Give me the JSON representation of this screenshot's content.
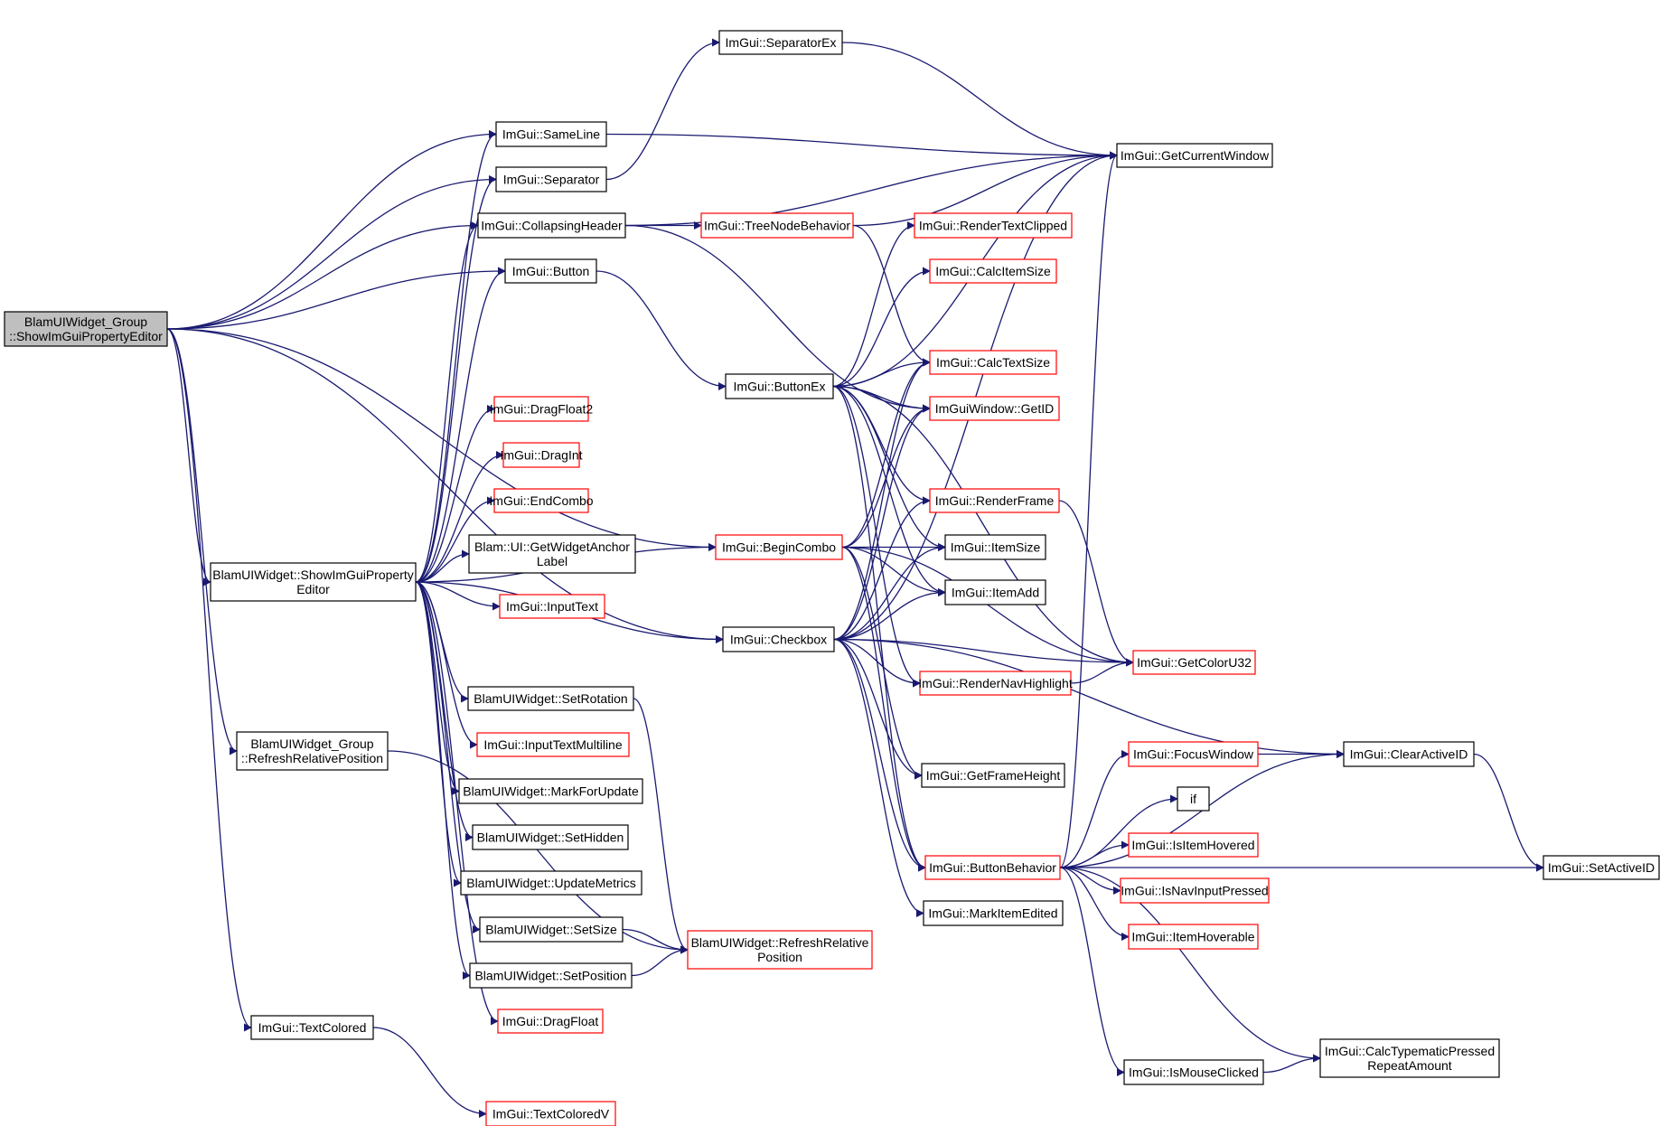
{
  "colors": {
    "edge": "#191970",
    "node_border": "#000000",
    "node_border_truncated": "#ff0000",
    "root_fill": "#bfbfbf",
    "node_fill": "#ffffff",
    "background": "#ffffff"
  },
  "nodes": [
    {
      "id": "root",
      "lines": [
        "BlamUIWidget_Group",
        "::ShowImGuiPropertyEditor"
      ],
      "style": "root"
    },
    {
      "id": "sameline",
      "lines": [
        "ImGui::SameLine"
      ],
      "style": "normal"
    },
    {
      "id": "separator",
      "lines": [
        "ImGui::Separator"
      ],
      "style": "normal"
    },
    {
      "id": "separatorex",
      "lines": [
        "ImGui::SeparatorEx"
      ],
      "style": "normal"
    },
    {
      "id": "getcurrentwindow",
      "lines": [
        "ImGui::GetCurrentWindow"
      ],
      "style": "normal"
    },
    {
      "id": "collapsingheader",
      "lines": [
        "ImGui::CollapsingHeader"
      ],
      "style": "normal"
    },
    {
      "id": "treenodebehavior",
      "lines": [
        "ImGui::TreeNodeBehavior"
      ],
      "style": "red"
    },
    {
      "id": "rendertextclipped",
      "lines": [
        "ImGui::RenderTextClipped"
      ],
      "style": "red"
    },
    {
      "id": "button",
      "lines": [
        "ImGui::Button"
      ],
      "style": "normal"
    },
    {
      "id": "calcitemsize",
      "lines": [
        "ImGui::CalcItemSize"
      ],
      "style": "red"
    },
    {
      "id": "calctextsize",
      "lines": [
        "ImGui::CalcTextSize"
      ],
      "style": "red"
    },
    {
      "id": "buttonex",
      "lines": [
        "ImGui::ButtonEx"
      ],
      "style": "normal"
    },
    {
      "id": "getid",
      "lines": [
        "ImGuiWindow::GetID"
      ],
      "style": "red"
    },
    {
      "id": "dragfloat2",
      "lines": [
        "ImGui::DragFloat2"
      ],
      "style": "red"
    },
    {
      "id": "dragint",
      "lines": [
        "ImGui::DragInt"
      ],
      "style": "red"
    },
    {
      "id": "endcombo",
      "lines": [
        "ImGui::EndCombo"
      ],
      "style": "red"
    },
    {
      "id": "renderframe",
      "lines": [
        "ImGui::RenderFrame"
      ],
      "style": "red"
    },
    {
      "id": "getwidgetanchorlabel",
      "lines": [
        "Blam::UI::GetWidgetAnchor",
        "Label"
      ],
      "style": "normal"
    },
    {
      "id": "begincombo",
      "lines": [
        "ImGui::BeginCombo"
      ],
      "style": "red"
    },
    {
      "id": "itemsize",
      "lines": [
        "ImGui::ItemSize"
      ],
      "style": "normal"
    },
    {
      "id": "showimguipropertyeditor",
      "lines": [
        "BlamUIWidget::ShowImGuiProperty",
        "Editor"
      ],
      "style": "normal"
    },
    {
      "id": "itemadd",
      "lines": [
        "ImGui::ItemAdd"
      ],
      "style": "normal"
    },
    {
      "id": "inputtext",
      "lines": [
        "ImGui::InputText"
      ],
      "style": "red"
    },
    {
      "id": "checkbox",
      "lines": [
        "ImGui::Checkbox"
      ],
      "style": "normal"
    },
    {
      "id": "getcoloru32",
      "lines": [
        "ImGui::GetColorU32"
      ],
      "style": "red"
    },
    {
      "id": "rendernavhighlight",
      "lines": [
        "ImGui::RenderNavHighlight"
      ],
      "style": "red"
    },
    {
      "id": "setrotation",
      "lines": [
        "BlamUIWidget::SetRotation"
      ],
      "style": "normal"
    },
    {
      "id": "refreshrelativeposition_group",
      "lines": [
        "BlamUIWidget_Group",
        "::RefreshRelativePosition"
      ],
      "style": "normal"
    },
    {
      "id": "inputtextmultiline",
      "lines": [
        "ImGui::InputTextMultiline"
      ],
      "style": "red"
    },
    {
      "id": "focuswindow",
      "lines": [
        "ImGui::FocusWindow"
      ],
      "style": "red"
    },
    {
      "id": "clearactiveid",
      "lines": [
        "ImGui::ClearActiveID"
      ],
      "style": "normal"
    },
    {
      "id": "getframeheight",
      "lines": [
        "ImGui::GetFrameHeight"
      ],
      "style": "normal"
    },
    {
      "id": "markforupdate",
      "lines": [
        "BlamUIWidget::MarkForUpdate"
      ],
      "style": "normal"
    },
    {
      "id": "if",
      "lines": [
        "if"
      ],
      "style": "normal"
    },
    {
      "id": "sethidden",
      "lines": [
        "BlamUIWidget::SetHidden"
      ],
      "style": "normal"
    },
    {
      "id": "isitemhovered",
      "lines": [
        "ImGui::IsItemHovered"
      ],
      "style": "red"
    },
    {
      "id": "buttonbehavior",
      "lines": [
        "ImGui::ButtonBehavior"
      ],
      "style": "red"
    },
    {
      "id": "setactiveid",
      "lines": [
        "ImGui::SetActiveID"
      ],
      "style": "normal"
    },
    {
      "id": "updatemetrics",
      "lines": [
        "BlamUIWidget::UpdateMetrics"
      ],
      "style": "normal"
    },
    {
      "id": "isnavinputpressed",
      "lines": [
        "ImGui::IsNavInputPressed"
      ],
      "style": "red"
    },
    {
      "id": "markitemedited",
      "lines": [
        "ImGui::MarkItemEdited"
      ],
      "style": "normal"
    },
    {
      "id": "setsize",
      "lines": [
        "BlamUIWidget::SetSize"
      ],
      "style": "normal"
    },
    {
      "id": "itemhoverable",
      "lines": [
        "ImGui::ItemHoverable"
      ],
      "style": "red"
    },
    {
      "id": "refreshrelativeposition",
      "lines": [
        "BlamUIWidget::RefreshRelative",
        "Position"
      ],
      "style": "red"
    },
    {
      "id": "setposition",
      "lines": [
        "BlamUIWidget::SetPosition"
      ],
      "style": "normal"
    },
    {
      "id": "dragfloat",
      "lines": [
        "ImGui::DragFloat"
      ],
      "style": "red"
    },
    {
      "id": "textcolored",
      "lines": [
        "ImGui::TextColored"
      ],
      "style": "normal"
    },
    {
      "id": "calctypematicpressedrepeatamount",
      "lines": [
        "ImGui::CalcTypematicPressed",
        "RepeatAmount"
      ],
      "style": "normal"
    },
    {
      "id": "ismouseclicked",
      "lines": [
        "ImGui::IsMouseClicked"
      ],
      "style": "normal"
    },
    {
      "id": "textcoloredv",
      "lines": [
        "ImGui::TextColoredV"
      ],
      "style": "red"
    }
  ],
  "edges": [
    [
      "root",
      "sameline"
    ],
    [
      "root",
      "separator"
    ],
    [
      "root",
      "collapsingheader"
    ],
    [
      "root",
      "button"
    ],
    [
      "root",
      "begincombo"
    ],
    [
      "root",
      "checkbox"
    ],
    [
      "root",
      "showimguipropertyeditor"
    ],
    [
      "root",
      "refreshrelativeposition_group"
    ],
    [
      "root",
      "textcolored"
    ],
    [
      "sameline",
      "getcurrentwindow"
    ],
    [
      "separator",
      "separatorex"
    ],
    [
      "separatorex",
      "getcurrentwindow"
    ],
    [
      "collapsingheader",
      "getcurrentwindow"
    ],
    [
      "collapsingheader",
      "treenodebehavior"
    ],
    [
      "collapsingheader",
      "getid"
    ],
    [
      "treenodebehavior",
      "getcurrentwindow"
    ],
    [
      "treenodebehavior",
      "calctextsize"
    ],
    [
      "button",
      "buttonex"
    ],
    [
      "buttonex",
      "getcurrentwindow"
    ],
    [
      "buttonex",
      "rendertextclipped"
    ],
    [
      "buttonex",
      "calcitemsize"
    ],
    [
      "buttonex",
      "calctextsize"
    ],
    [
      "buttonex",
      "getid"
    ],
    [
      "buttonex",
      "renderframe"
    ],
    [
      "buttonex",
      "itemsize"
    ],
    [
      "buttonex",
      "itemadd"
    ],
    [
      "buttonex",
      "rendernavhighlight"
    ],
    [
      "buttonex",
      "getcoloru32"
    ],
    [
      "buttonex",
      "buttonbehavior"
    ],
    [
      "showimguipropertyeditor",
      "sameline"
    ],
    [
      "showimguipropertyeditor",
      "separator"
    ],
    [
      "showimguipropertyeditor",
      "collapsingheader"
    ],
    [
      "showimguipropertyeditor",
      "button"
    ],
    [
      "showimguipropertyeditor",
      "dragfloat2"
    ],
    [
      "showimguipropertyeditor",
      "dragint"
    ],
    [
      "showimguipropertyeditor",
      "endcombo"
    ],
    [
      "showimguipropertyeditor",
      "getwidgetanchorlabel"
    ],
    [
      "showimguipropertyeditor",
      "begincombo"
    ],
    [
      "showimguipropertyeditor",
      "inputtext"
    ],
    [
      "showimguipropertyeditor",
      "checkbox"
    ],
    [
      "showimguipropertyeditor",
      "setrotation"
    ],
    [
      "showimguipropertyeditor",
      "inputtextmultiline"
    ],
    [
      "showimguipropertyeditor",
      "markforupdate"
    ],
    [
      "showimguipropertyeditor",
      "sethidden"
    ],
    [
      "showimguipropertyeditor",
      "updatemetrics"
    ],
    [
      "showimguipropertyeditor",
      "setsize"
    ],
    [
      "showimguipropertyeditor",
      "setposition"
    ],
    [
      "showimguipropertyeditor",
      "dragfloat"
    ],
    [
      "begincombo",
      "calctextsize"
    ],
    [
      "begincombo",
      "getid"
    ],
    [
      "begincombo",
      "itemsize"
    ],
    [
      "begincombo",
      "itemadd"
    ],
    [
      "begincombo",
      "getframeheight"
    ],
    [
      "begincombo",
      "buttonbehavior"
    ],
    [
      "begincombo",
      "getcoloru32"
    ],
    [
      "checkbox",
      "getcurrentwindow"
    ],
    [
      "checkbox",
      "calctextsize"
    ],
    [
      "checkbox",
      "getid"
    ],
    [
      "checkbox",
      "renderframe"
    ],
    [
      "checkbox",
      "itemsize"
    ],
    [
      "checkbox",
      "itemadd"
    ],
    [
      "checkbox",
      "rendernavhighlight"
    ],
    [
      "checkbox",
      "getcoloru32"
    ],
    [
      "checkbox",
      "getframeheight"
    ],
    [
      "checkbox",
      "buttonbehavior"
    ],
    [
      "checkbox",
      "markitemedited"
    ],
    [
      "checkbox",
      "clearactiveid"
    ],
    [
      "renderframe",
      "getcoloru32"
    ],
    [
      "rendernavhighlight",
      "getcoloru32"
    ],
    [
      "setrotation",
      "refreshrelativeposition"
    ],
    [
      "setsize",
      "refreshrelativeposition"
    ],
    [
      "setposition",
      "refreshrelativeposition"
    ],
    [
      "refreshrelativeposition_group",
      "refreshrelativeposition"
    ],
    [
      "textcolored",
      "textcoloredv"
    ],
    [
      "buttonbehavior",
      "getcurrentwindow"
    ],
    [
      "buttonbehavior",
      "focuswindow"
    ],
    [
      "buttonbehavior",
      "if"
    ],
    [
      "buttonbehavior",
      "isitemhovered"
    ],
    [
      "buttonbehavior",
      "isnavinputpressed"
    ],
    [
      "buttonbehavior",
      "itemhoverable"
    ],
    [
      "buttonbehavior",
      "setactiveid"
    ],
    [
      "buttonbehavior",
      "calctypematicpressedrepeatamount"
    ],
    [
      "buttonbehavior",
      "ismouseclicked"
    ],
    [
      "buttonbehavior",
      "clearactiveid"
    ],
    [
      "focuswindow",
      "clearactiveid"
    ],
    [
      "clearactiveid",
      "setactiveid"
    ],
    [
      "ismouseclicked",
      "calctypematicpressedrepeatamount"
    ]
  ]
}
